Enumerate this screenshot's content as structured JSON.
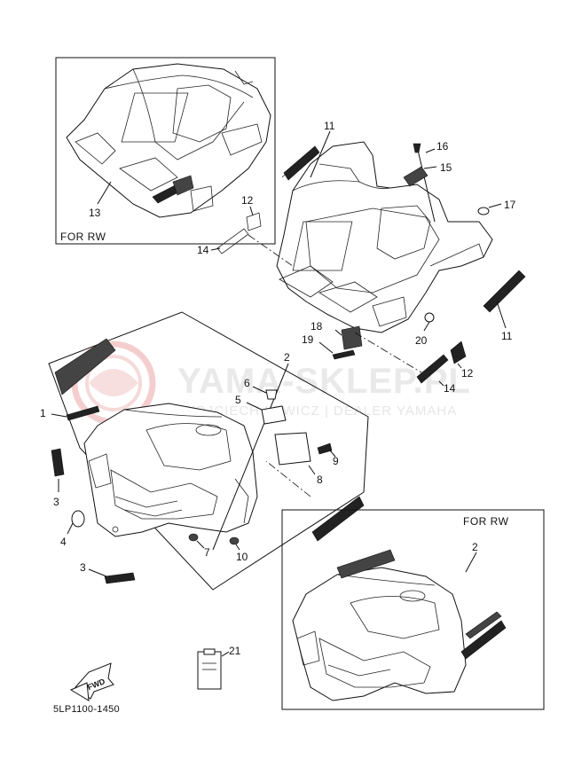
{
  "diagram": {
    "code": "5LP1100-1450",
    "watermark": {
      "brand": "YAMA-SKLEP.PL",
      "dealer": "WOJCIECH LEWICZ | DEALER YAMAHA"
    },
    "boxes": [
      {
        "label": "FOR RW"
      },
      {
        "label": "FOR RW"
      }
    ],
    "fwd_label": "FWD",
    "callouts": {
      "c1": "1",
      "c2": "2",
      "c2b": "2",
      "c3": "3",
      "c3b": "3",
      "c4": "4",
      "c5": "5",
      "c6": "6",
      "c7": "7",
      "c8": "8",
      "c9": "9",
      "c10": "10",
      "c11": "11",
      "c11b": "11",
      "c12": "12",
      "c12b": "12",
      "c13": "13",
      "c14": "14",
      "c14b": "14",
      "c15": "15",
      "c16": "16",
      "c17": "17",
      "c18": "18",
      "c19": "19",
      "c20": "20",
      "c21": "21"
    }
  }
}
